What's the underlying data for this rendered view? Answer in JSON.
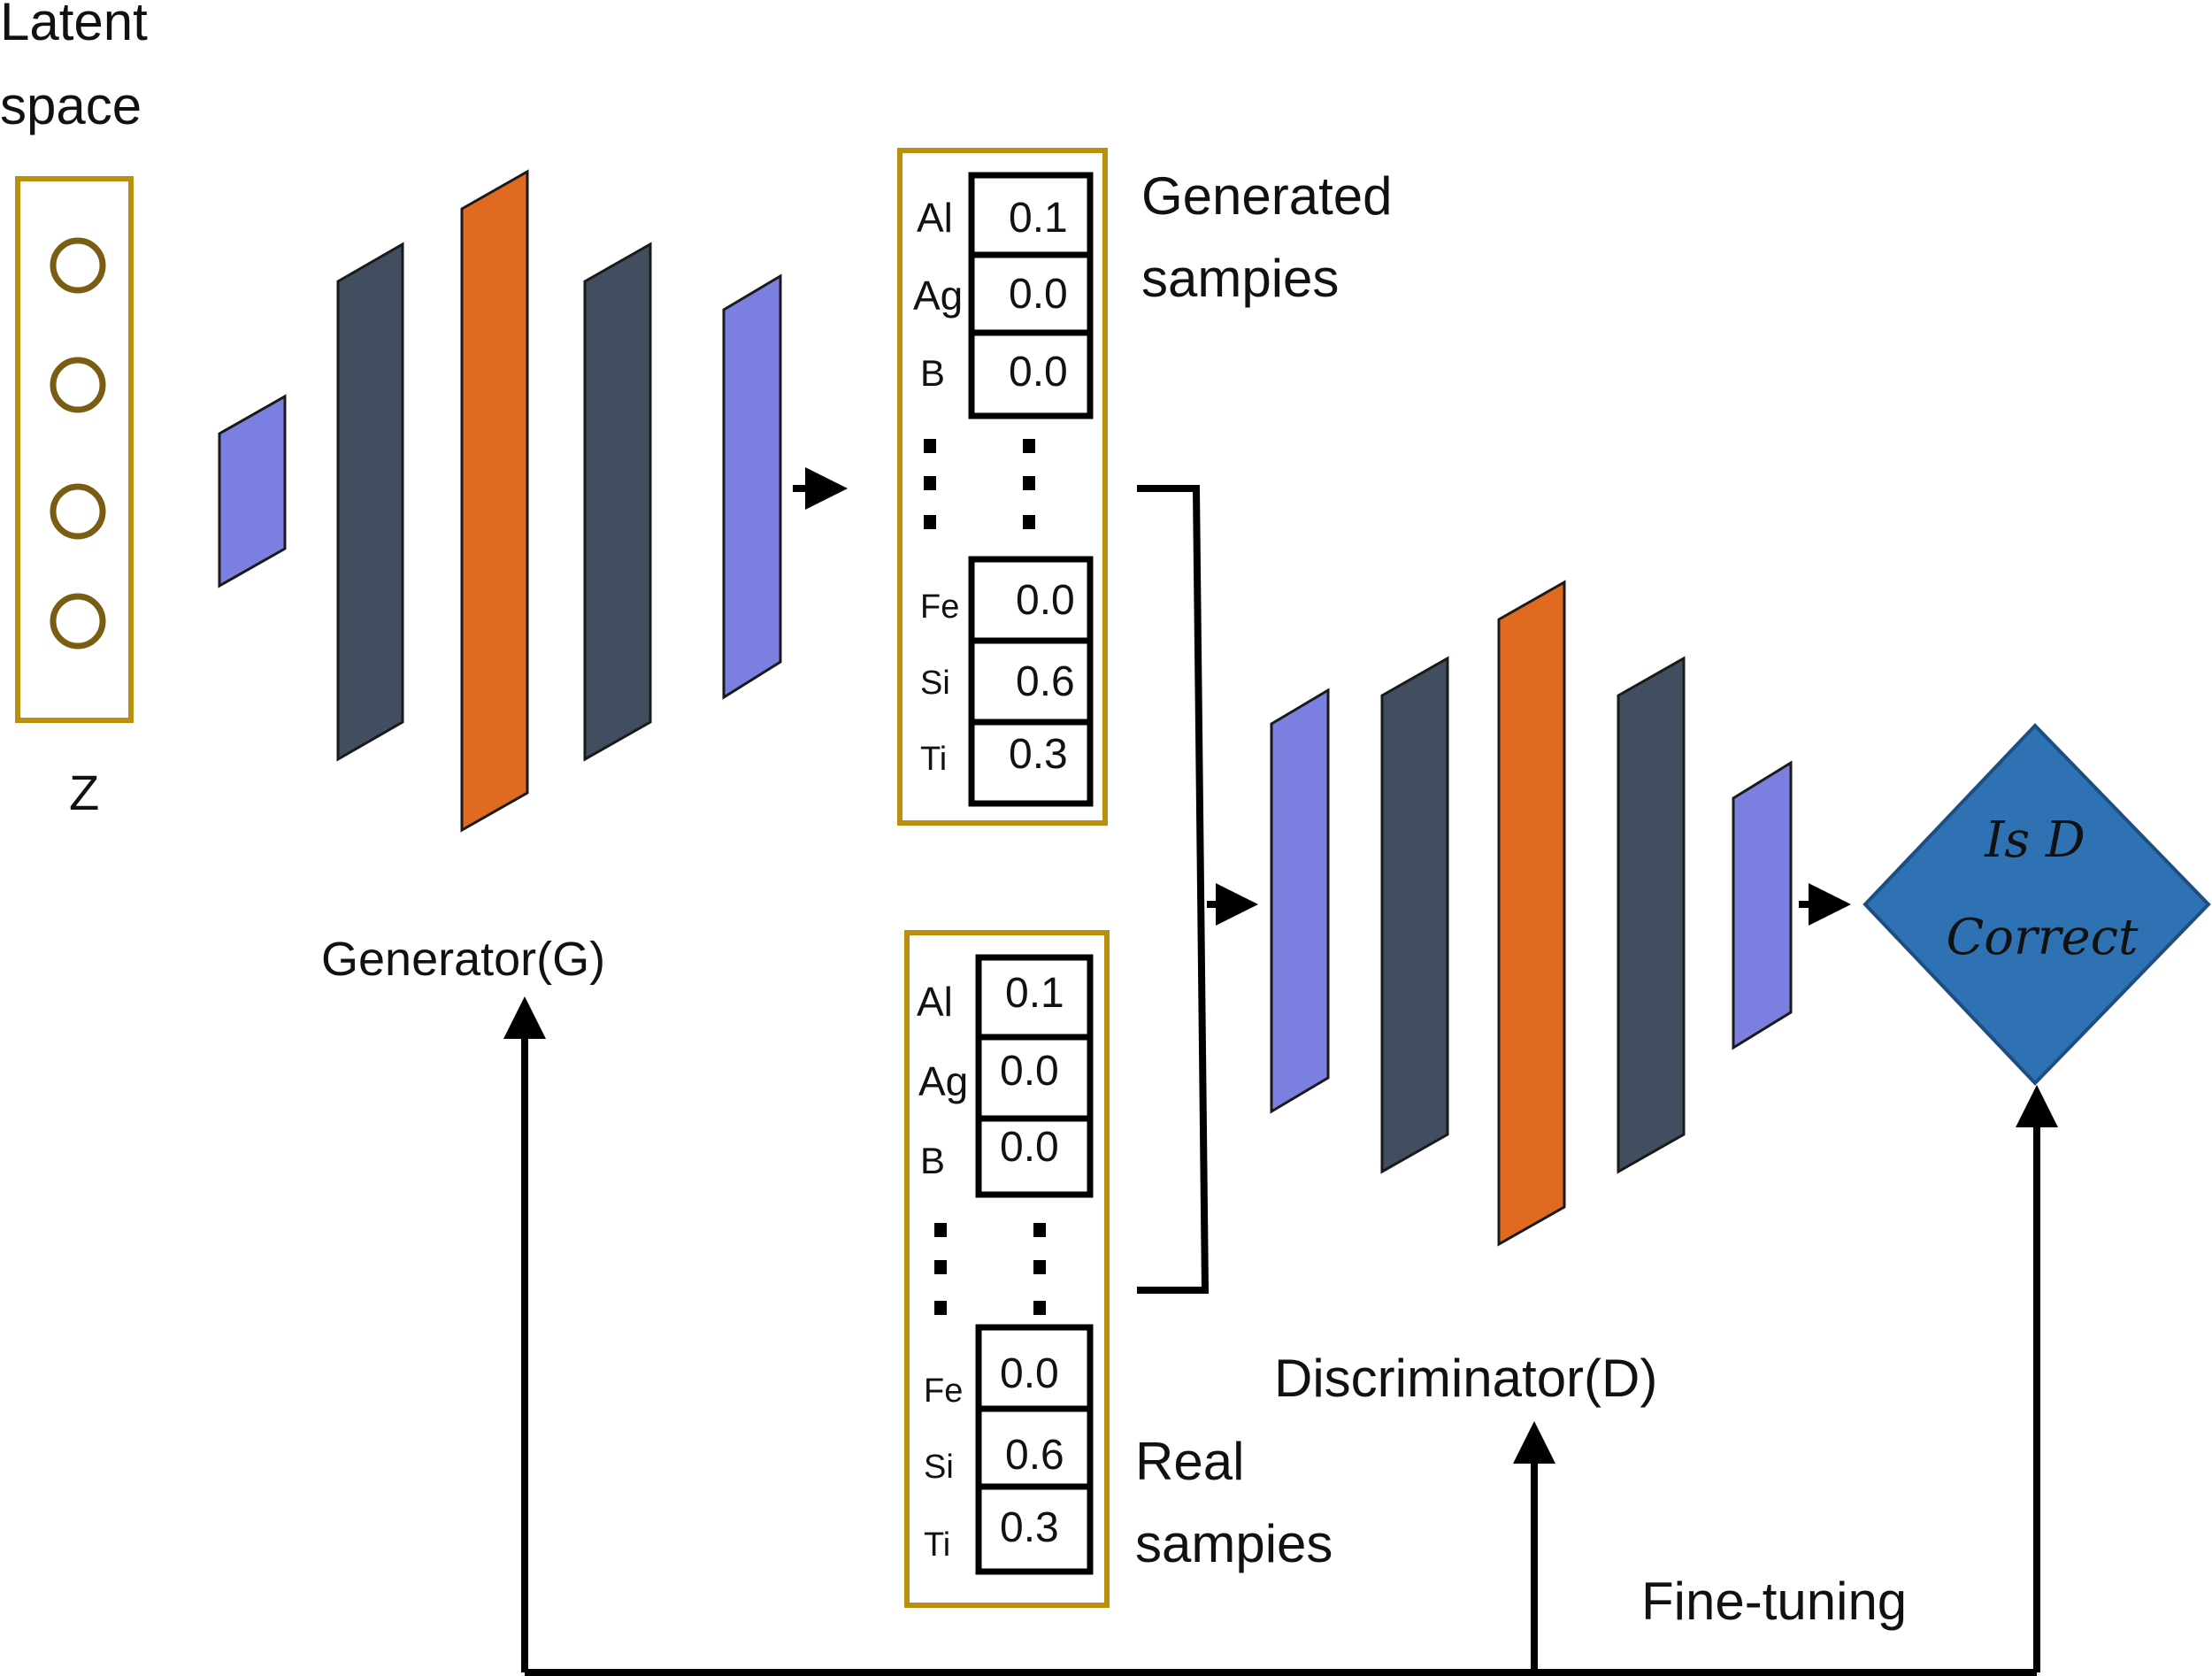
{
  "latent": {
    "title_line1": "Latent",
    "title_line2": "space",
    "symbol": "Z",
    "node_count": 4
  },
  "generator": {
    "label": "Generator(G)"
  },
  "discriminator": {
    "label": "Discriminator(D)"
  },
  "generated": {
    "label_line1": "Generated",
    "label_line2": "sampies",
    "top_rows": [
      {
        "element": "Al",
        "value": "0.1"
      },
      {
        "element": "Ag",
        "value": "0.0"
      },
      {
        "element": "B",
        "value": "0.0"
      }
    ],
    "bottom_rows": [
      {
        "element": "Fe",
        "value": "0.0"
      },
      {
        "element": "Si",
        "value": "0.6"
      },
      {
        "element": "Ti",
        "value": "0.3"
      }
    ]
  },
  "real": {
    "label_line1": "Real",
    "label_line2": "sampies",
    "top_rows": [
      {
        "element": "Al",
        "value": "0.1"
      },
      {
        "element": "Ag",
        "value": "0.0"
      },
      {
        "element": "B",
        "value": "0.0"
      }
    ],
    "bottom_rows": [
      {
        "element": "Fe",
        "value": "0.0"
      },
      {
        "element": "Si",
        "value": "0.6"
      },
      {
        "element": "Ti",
        "value": "0.3"
      }
    ]
  },
  "decision": {
    "line1": "Is D",
    "line2": "Correct"
  },
  "feedback": {
    "label": "Fine-tuning"
  },
  "colors": {
    "gold": "#B8900E",
    "node_stroke": "#7A5C12",
    "purple_layer": "#7B7FE0",
    "slate_layer": "#414E5F",
    "orange_layer": "#E06B20",
    "decision_fill": "#2F72B3",
    "decision_stroke": "#1E4E80"
  }
}
